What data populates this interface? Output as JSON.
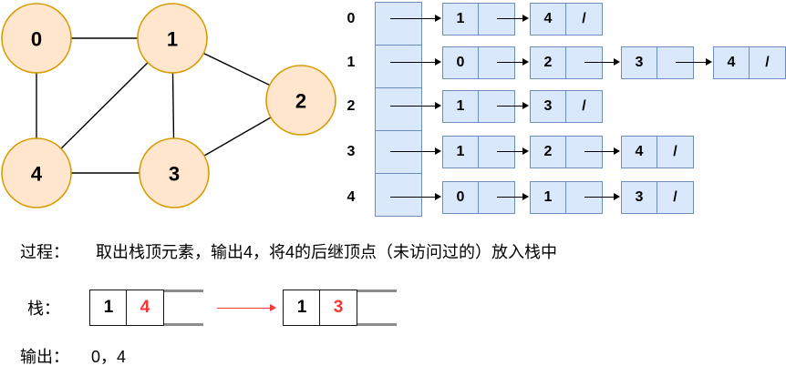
{
  "graph": {
    "nodes": [
      "0",
      "1",
      "2",
      "3",
      "4"
    ],
    "edges": [
      [
        "0",
        "1"
      ],
      [
        "0",
        "4"
      ],
      [
        "1",
        "2"
      ],
      [
        "1",
        "3"
      ],
      [
        "1",
        "4"
      ],
      [
        "2",
        "3"
      ],
      [
        "3",
        "4"
      ]
    ],
    "node_fill": "#ffe6cc",
    "node_border": "#d79b00"
  },
  "adjacency_list": {
    "cell_fill": "#dae8fc",
    "cell_border": "#6c8ebf",
    "null_symbol": "/",
    "rows": [
      {
        "vertex": "0",
        "list": [
          "1",
          "4"
        ]
      },
      {
        "vertex": "1",
        "list": [
          "0",
          "2",
          "3",
          "4"
        ]
      },
      {
        "vertex": "2",
        "list": [
          "1",
          "3"
        ]
      },
      {
        "vertex": "3",
        "list": [
          "1",
          "2",
          "4"
        ]
      },
      {
        "vertex": "4",
        "list": [
          "0",
          "1",
          "3"
        ]
      }
    ]
  },
  "process": {
    "label": "过程：",
    "text": "取出栈顶元素，输出4，将4的后继顶点（未访问过的）放入栈中"
  },
  "stack_section": {
    "label": "栈：",
    "highlight_color": "#fb3434",
    "before": {
      "items": [
        {
          "value": "1",
          "highlight": false
        },
        {
          "value": "4",
          "highlight": true
        }
      ]
    },
    "after": {
      "items": [
        {
          "value": "1",
          "highlight": false
        },
        {
          "value": "3",
          "highlight": true
        }
      ]
    }
  },
  "output": {
    "label": "输出：",
    "value": "0，4"
  }
}
